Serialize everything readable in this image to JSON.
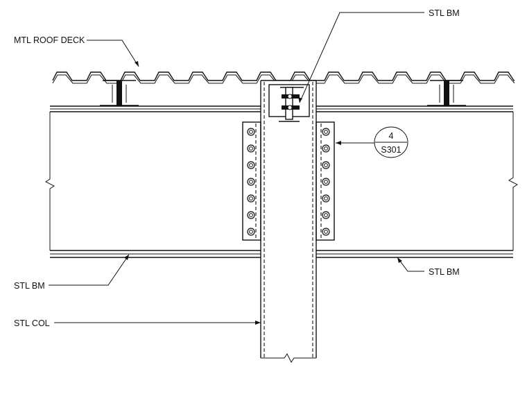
{
  "labels": {
    "stl_bm_top": "STL BM",
    "roof_deck": "MTL ROOF DECK",
    "stl_bm_left": "STL BM",
    "stl_bm_right": "STL BM",
    "stl_col": "STL COL"
  },
  "section_callout": {
    "number": "4",
    "sheet": "S301"
  }
}
